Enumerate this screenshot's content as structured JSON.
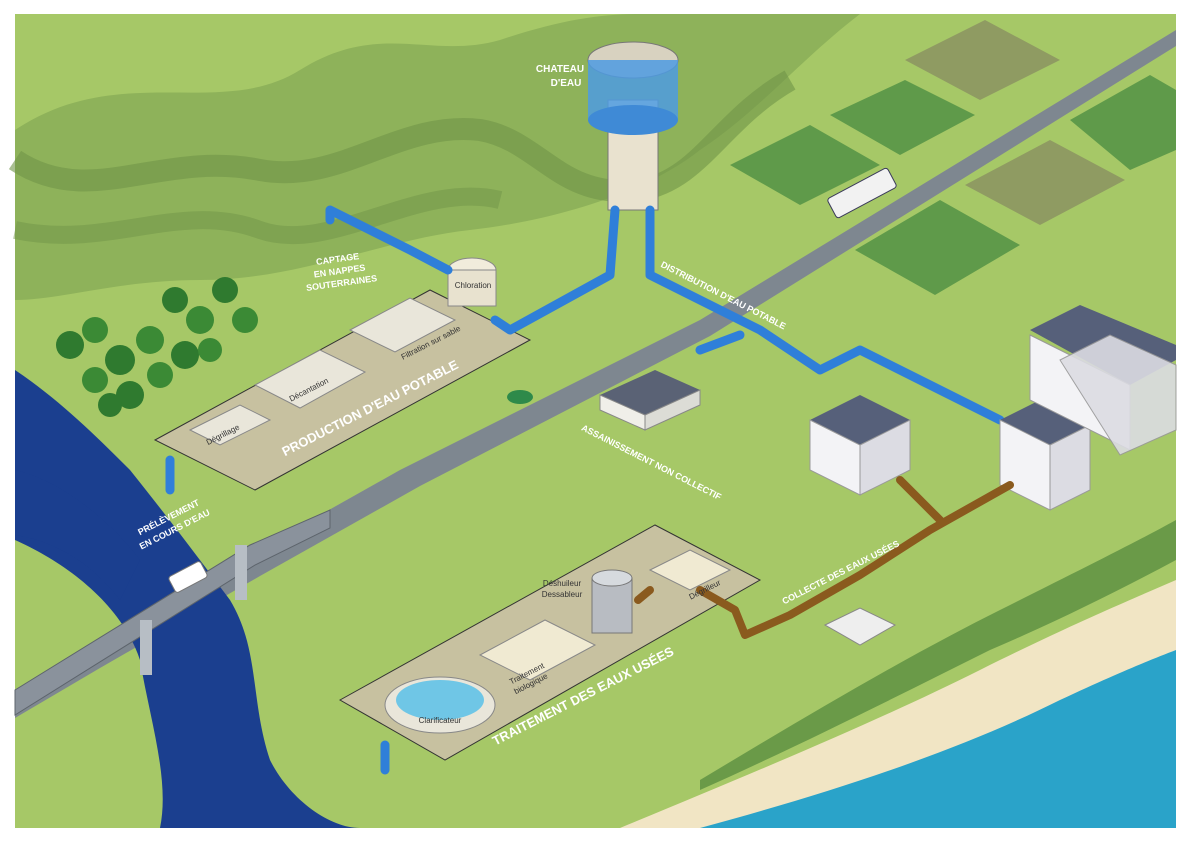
{
  "labels": {
    "chateau_line1": "CHATEAU",
    "chateau_line2": "D'EAU",
    "captage_line1": "CAPTAGE",
    "captage_line2": "EN NAPPES",
    "captage_line3": "SOUTERRAINES",
    "chloration": "Chloration",
    "filtration": "Filtration sur sable",
    "decantation": "Décantation",
    "degrillage": "Dégrillage",
    "production": "PRODUCTION D'EAU POTABLE",
    "distribution": "DISTRIBUTION D'EAU POTABLE",
    "assainissement": "ASSAINISSEMENT NON COLLECTIF",
    "prelevement_line1": "PRÉLÈVEMENT",
    "prelevement_line2": "EN COURS D'EAU",
    "collecte": "COLLECTE DES EAUX USÉES",
    "degrilleur": "Dégrilleur",
    "deshuileur_line1": "Déshuileur",
    "deshuileur_line2": "Dessableur",
    "traitement_bio_line1": "Traitement",
    "traitement_bio_line2": "biologique",
    "clarificateur": "Clarificateur",
    "traitement": "TRAITEMENT DES EAUX USÉES"
  },
  "colors": {
    "grass": "#9dc25f",
    "hills": "#7c9f4e",
    "river": "#1b3f8f",
    "sea": "#2aa3c9",
    "road": "#7e8790",
    "clean_pipe": "#2f7fd9",
    "waste_pipe": "#8a5a1e",
    "sand": "#f1e5c4",
    "field": "#5f9a4a"
  }
}
